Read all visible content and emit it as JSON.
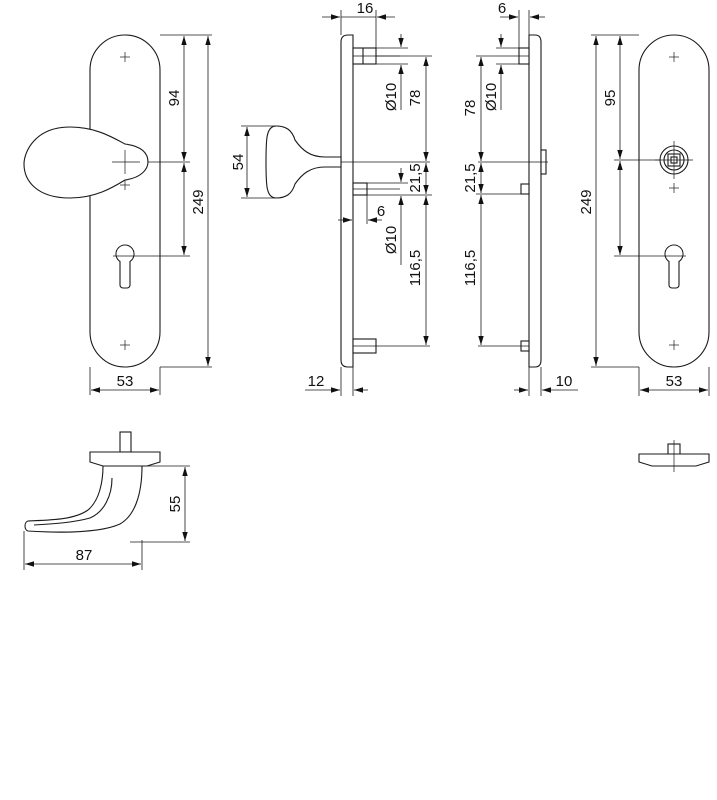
{
  "dimensions": {
    "front_left_height_total": "249",
    "front_left_upper": "94",
    "front_left_width": "53",
    "knob_diameter": "54",
    "side_top_width": "16",
    "side_dia_upper": "Ø10",
    "side_upper": "78",
    "side_mid": "21,5",
    "side_mid_width": "6",
    "side_dia_lower": "Ø10",
    "side_lower": "116,5",
    "side_plate_thickness": "12",
    "back_top_width": "6",
    "back_dia_upper": "Ø10",
    "back_upper": "78",
    "back_mid": "21,5",
    "back_lower": "116,5",
    "back_plate_thickness": "10",
    "front_right_height_total": "249",
    "front_right_upper": "95",
    "front_right_width": "53",
    "handle_height": "55",
    "handle_length": "87"
  },
  "colors": {
    "line": "#1a1a1a",
    "background": "#ffffff"
  }
}
